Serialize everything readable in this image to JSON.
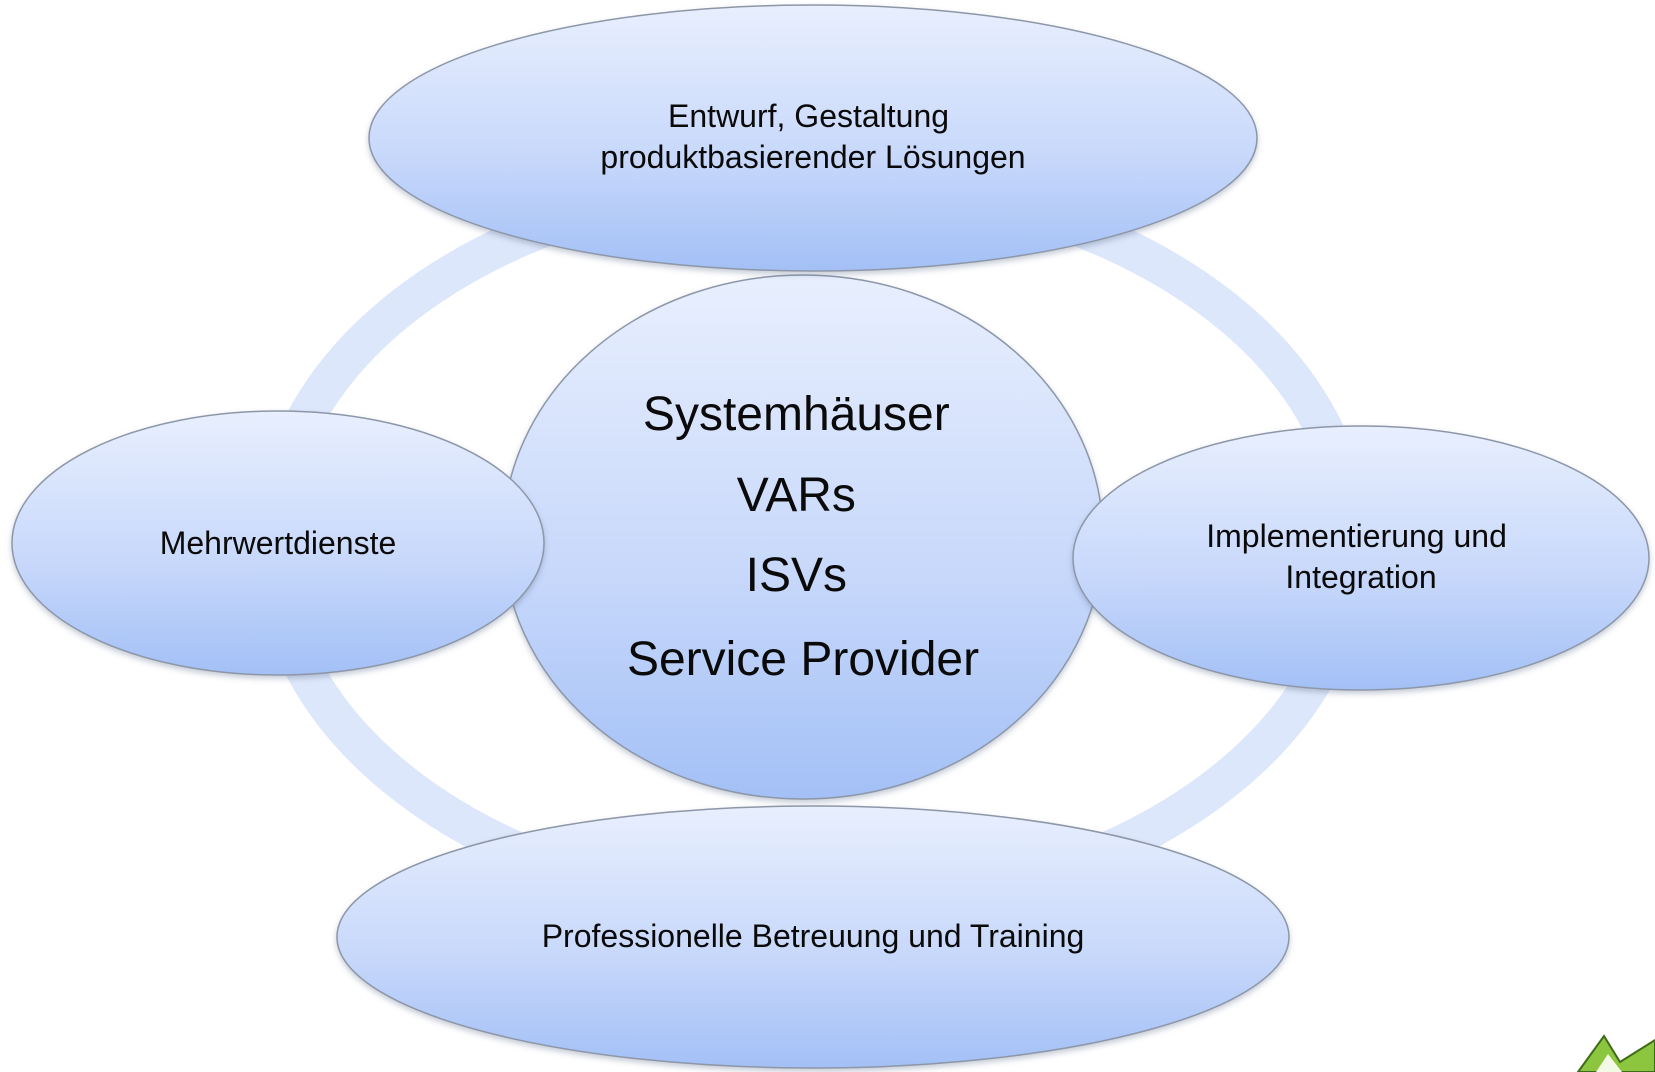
{
  "diagram": {
    "center": {
      "lines": [
        "Systemhäuser",
        "VARs",
        "ISVs",
        "Service Provider"
      ]
    },
    "top": {
      "lines": [
        "Entwurf,  Gestaltung",
        "produktbasierender Lösungen"
      ]
    },
    "left": {
      "lines": [
        "Mehrwertdienste"
      ]
    },
    "right": {
      "lines": [
        "Implementierung und",
        "Integration"
      ]
    },
    "bottom": {
      "lines": [
        "Professionelle Betreuung und Training"
      ]
    }
  },
  "colors": {
    "ring": "#dde7fb",
    "ellipse_top": "#e6eefe",
    "ellipse_bottom": "#a6c3f7",
    "ellipse_stroke": "#8d97a8",
    "logo_green": "#8cc63f",
    "logo_dark": "#3e6b1a"
  }
}
